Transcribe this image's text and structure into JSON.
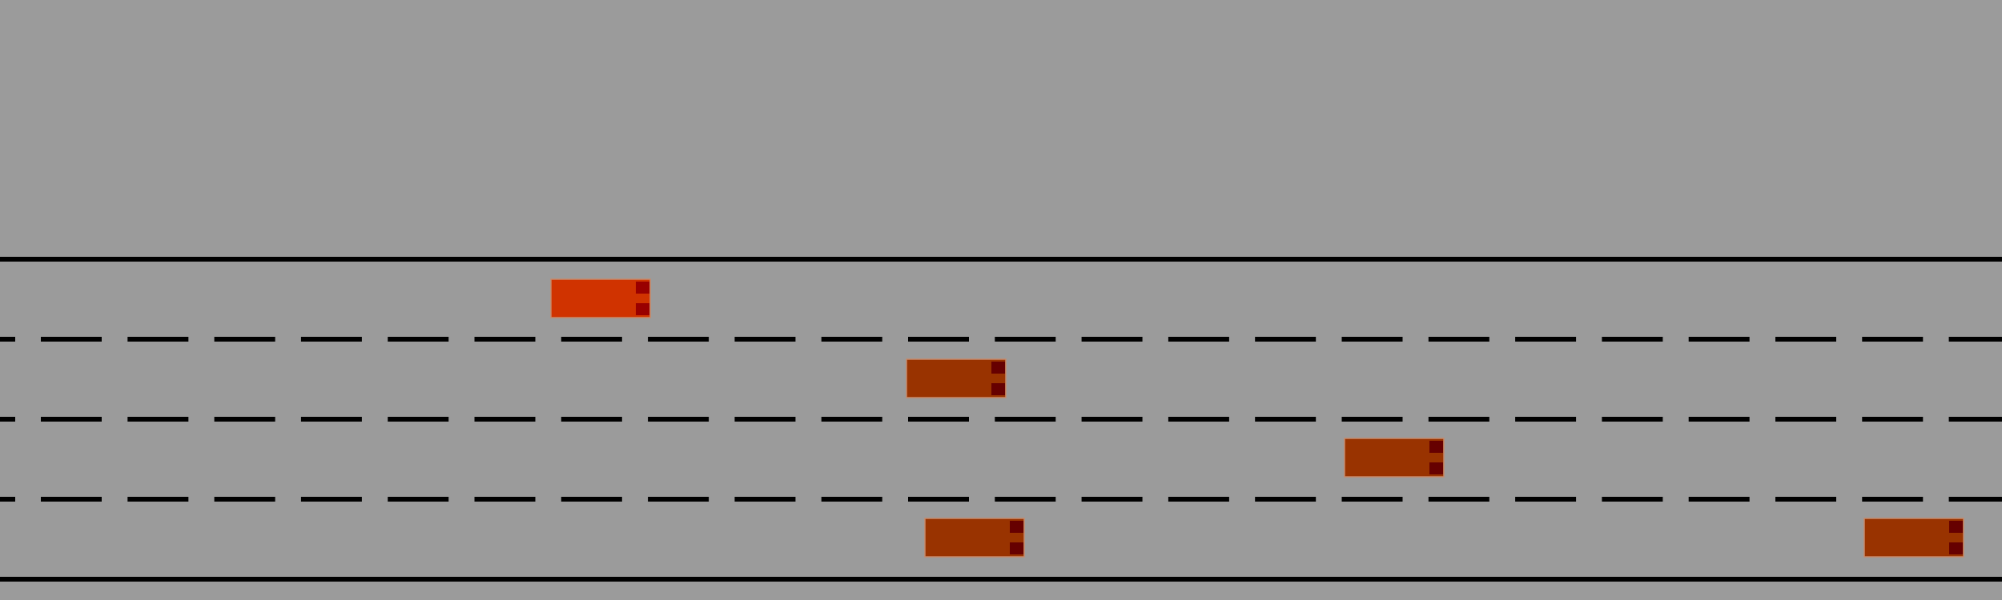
{
  "scene": {
    "background_color": "#9b9b9b",
    "lane_line_color": "#000000",
    "lane_count": 4
  },
  "vehicles": [
    {
      "name": "ego-car",
      "lane": 1,
      "color": "#d03300",
      "light_color": "#990000"
    },
    {
      "name": "other-car",
      "lane": 2,
      "color": "#993300",
      "light_color": "#660000"
    },
    {
      "name": "other-car",
      "lane": 3,
      "color": "#993300",
      "light_color": "#660000"
    },
    {
      "name": "other-car",
      "lane": 4,
      "color": "#993300",
      "light_color": "#660000"
    },
    {
      "name": "other-car",
      "lane": 4,
      "color": "#993300",
      "light_color": "#660000"
    }
  ]
}
